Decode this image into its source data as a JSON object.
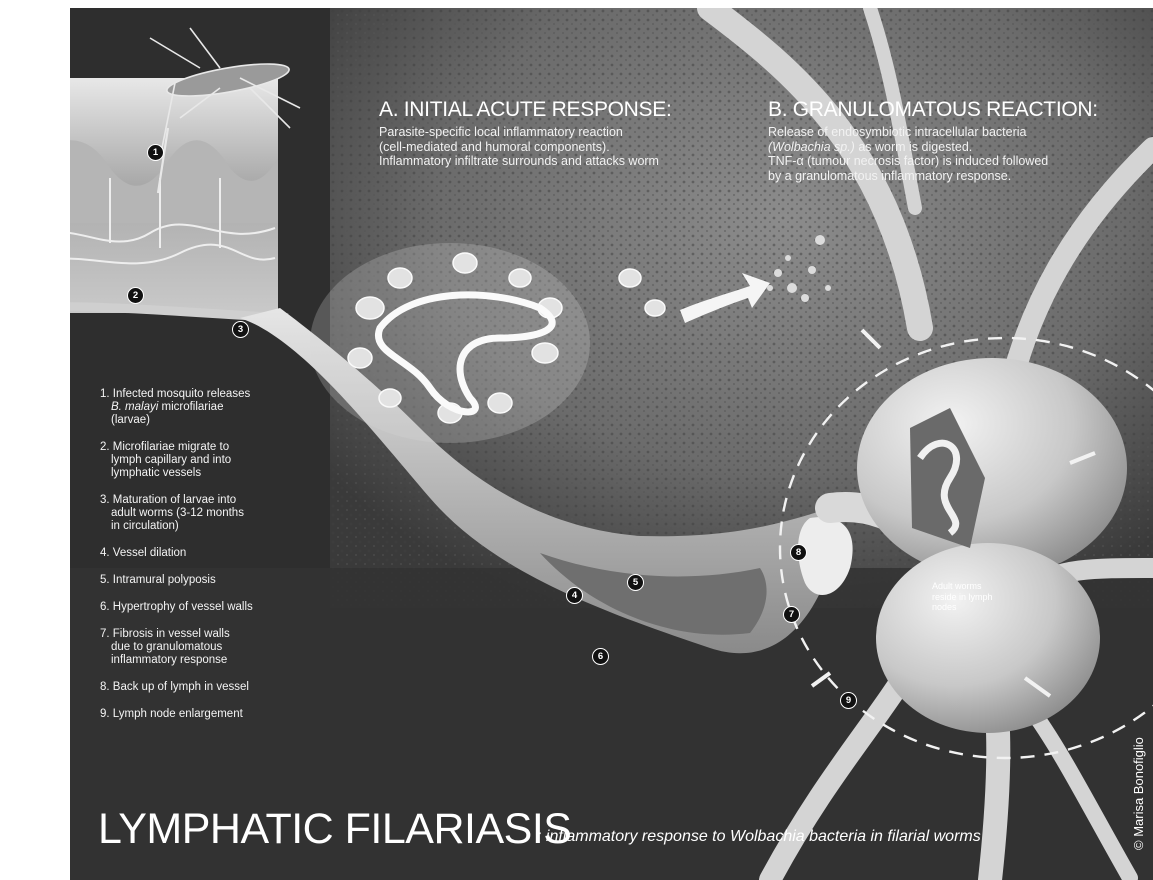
{
  "title": "LYMPHATIC FILARIASIS",
  "subtitle": ": inflammatory response to Wolbachia bacteria in filarial worms",
  "credit": "© Marisa Bonofiglio",
  "section_a": {
    "heading": "A. INITIAL ACUTE RESPONSE:",
    "lines": [
      "Parasite-specific local inflammatory reaction",
      "(cell-mediated and humoral components).",
      "Inflammatory infiltrate surrounds and attacks worm"
    ]
  },
  "section_b": {
    "heading": "B. GRANULOMATOUS REACTION:",
    "line1": "Release of endosymbiotic intracellular bacteria",
    "line2_italic": "(Wolbachia sp.)",
    "line2_rest": " as worm is digested.",
    "line3": "TNF-α (tumour necrosis factor) is induced followed",
    "line4": "by a granulomatous inflammatory response."
  },
  "legend": {
    "item1": {
      "l1": "1. Infected mosquito releases",
      "l2_italic": "B. malayi",
      "l2_rest": " microfilariae",
      "l3": "(larvae)"
    },
    "item2": [
      "2. Microfilariae migrate to",
      "lymph capillary and into",
      "lymphatic vessels"
    ],
    "item3": [
      "3. Maturation of larvae into",
      "adult worms (3-12 months",
      "in circulation)"
    ],
    "item4": [
      "4. Vessel dilation"
    ],
    "item5": [
      "5. Intramural polyposis"
    ],
    "item6": [
      "6. Hypertrophy of vessel walls"
    ],
    "item7": [
      "7. Fibrosis in vessel walls",
      "due to granulomatous",
      "inflammatory response"
    ],
    "item8": [
      "8. Back up of lymph in vessel"
    ],
    "item9": [
      "9. Lymph node enlargement"
    ]
  },
  "node_label": [
    "Adult worms",
    "reside in lymph",
    "nodes"
  ],
  "callouts": [
    "1",
    "2",
    "3",
    "4",
    "5",
    "6",
    "7",
    "8",
    "9"
  ],
  "icons": [
    "mosquito-icon",
    "arrow-icon",
    "worm-icon"
  ],
  "colors": {
    "background": "#2e2e2e",
    "text": "#ffffff",
    "tissue": "#8a8a8a",
    "vessel": "#bdbdbd",
    "callout": "#111111"
  }
}
